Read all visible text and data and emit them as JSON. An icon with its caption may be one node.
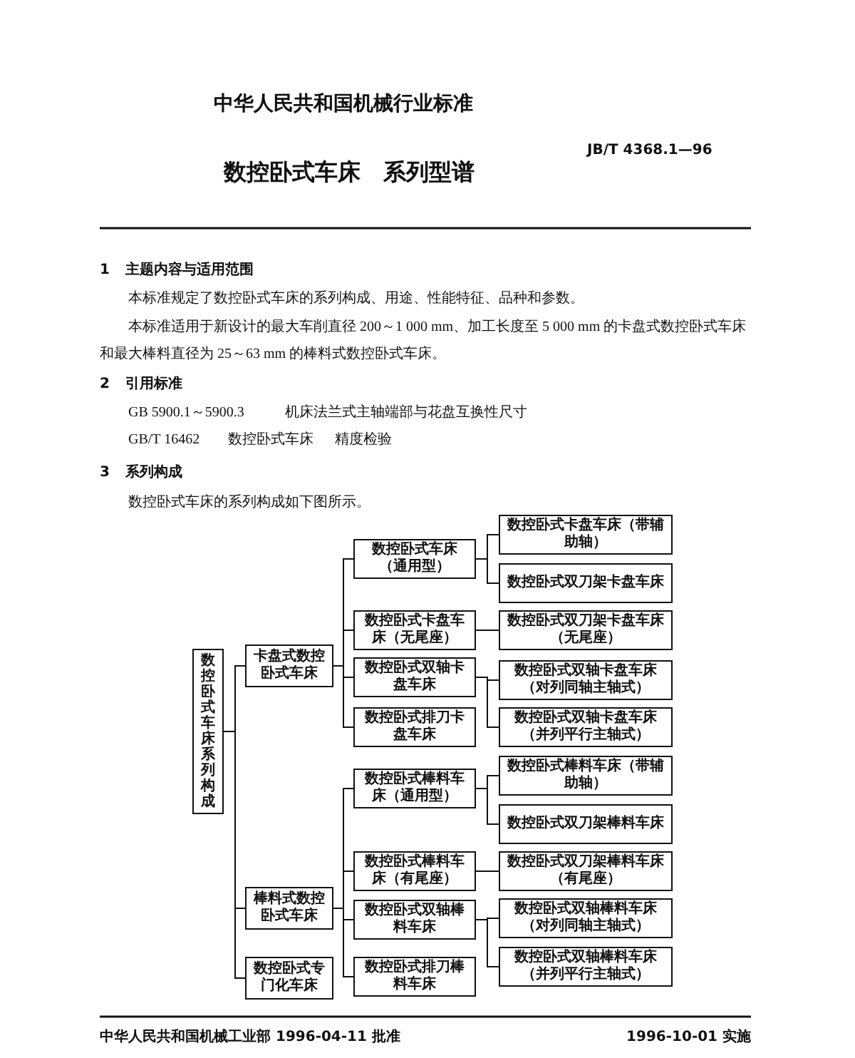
{
  "diagram": {
    "title": "数控卧式车床　系列型谱",
    "nodes": [
      {
        "text": [
          "数控卧式车床系列构成"
        ]
      },
      {
        "text": [
          "卡盘式数控卧式车床"
        ]
      },
      {
        "text": [
          "数控卧式车床（通用型）"
        ]
      },
      {
        "text": [
          "数控卧式卡盘车床（带辅助轴）"
        ]
      },
      {
        "text": [
          "数控卧式双刀架卡盘车床"
        ]
      },
      {
        "text": [
          "数控卧式卡盘车床（无尾座）"
        ]
      },
      {
        "text": [
          "数控卧式双刀架卡盘车床（无尾座）"
        ]
      },
      {
        "text": [
          "数控卧式双轴卡盘车床"
        ]
      },
      {
        "text": [
          "数控卧式双轴卡盘车床（对列同轴主轴式）"
        ]
      },
      {
        "text": [
          "数控卧式双轴卡盘车床（并列平行主轴式）"
        ]
      },
      {
        "text": [
          "数控卧式排刀卡盘车床"
        ]
      },
      {
        "text": [
          "棒料式数控卧式车床"
        ]
      },
      {
        "text": [
          "数控卧式棒料车床（通用型）"
        ]
      },
      {
        "text": [
          "数控卧式棒料车床（带辅助轴）"
        ]
      },
      {
        "text": [
          "数控卧式双刀架棒料车床"
        ]
      },
      {
        "text": [
          "数控卧式棒料车床（有尾座）"
        ]
      },
      {
        "text": [
          "数控卧式双刀架棒料车床（有尾座）"
        ]
      },
      {
        "text": [
          "数控卧式双轴棒料车床"
        ]
      },
      {
        "text": [
          "数控卧式双轴棒料车床（对列同轴主轴式）"
        ]
      },
      {
        "text": [
          "数控卧式双轴棒料车床（并列平行主轴式）"
        ]
      },
      {
        "text": [
          "数控卧式排刀棒料车床"
        ]
      },
      {
        "text": [
          "数控卧式专门化车床"
        ]
      }
    ],
    "edges": [
      {
        "from": 0,
        "to": 1,
        "arrow": "none"
      },
      {
        "from": 0,
        "to": 11,
        "arrow": "none"
      },
      {
        "from": 0,
        "to": 21,
        "arrow": "none"
      },
      {
        "from": 1,
        "to": 2,
        "arrow": "none"
      },
      {
        "from": 1,
        "to": 5,
        "arrow": "none"
      },
      {
        "from": 1,
        "to": 7,
        "arrow": "none"
      },
      {
        "from": 1,
        "to": 10,
        "arrow": "none"
      },
      {
        "from": 2,
        "to": 3,
        "arrow": "none"
      },
      {
        "from": 2,
        "to": 4,
        "arrow": "none"
      },
      {
        "from": 5,
        "to": 6,
        "arrow": "none"
      },
      {
        "from": 7,
        "to": 8,
        "arrow": "none"
      },
      {
        "from": 7,
        "to": 9,
        "arrow": "none"
      },
      {
        "from": 11,
        "to": 12,
        "arrow": "none"
      },
      {
        "from": 11,
        "to": 15,
        "arrow": "none"
      },
      {
        "from": 11,
        "to": 17,
        "arrow": "none"
      },
      {
        "from": 11,
        "to": 20,
        "arrow": "none"
      },
      {
        "from": 12,
        "to": 13,
        "arrow": "none"
      },
      {
        "from": 12,
        "to": 14,
        "arrow": "none"
      },
      {
        "from": 15,
        "to": 16,
        "arrow": "none"
      },
      {
        "from": 17,
        "to": 18,
        "arrow": "none"
      },
      {
        "from": 17,
        "to": 19,
        "arrow": "none"
      }
    ],
    "labels": [
      "中华人民共和国机械行业标准",
      "JB/T 4368.1—96",
      "1",
      "主题内容与适用范围",
      "本标准规定了数控卧式车床的系列构成、用途、性能特征、品种和参数。",
      "本标准适用于新设计的最大车削直径 200～1 000 mm、加工长度至 5 000 mm 的卡盘式数控卧式车床和最大棒料直径为 25～63 mm 的棒料式数控卧式车床。",
      "2",
      "引用标准",
      "GB 5900.1～5900.3",
      "机床法兰式主轴端部与花盘互换性尺寸",
      "GB/T 16462",
      "数控卧式车床",
      "精度检验",
      "3",
      "系列构成",
      "数控卧式车床的系列构成如下图所示。",
      "中华人民共和国机械工业部 1996-04-11 批准",
      "1996-10-01 实施"
    ]
  }
}
